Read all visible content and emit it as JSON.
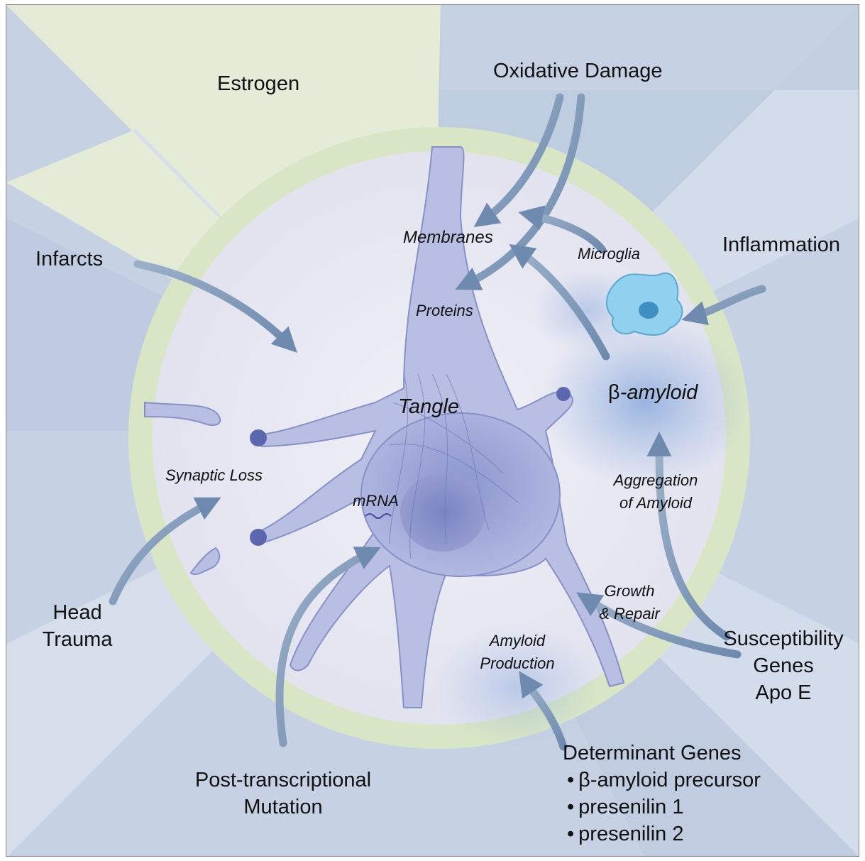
{
  "outer_factors": {
    "estrogen": "Estrogen",
    "oxidative_damage": "Oxidative Damage",
    "inflammation": "Inflammation",
    "infarcts": "Infarcts",
    "head_trauma": [
      "Head",
      "Trauma"
    ],
    "susceptibility_genes": [
      "Susceptibility",
      "Genes",
      "Apo E"
    ],
    "post_transcriptional_mutation": [
      "Post-transcriptional",
      "Mutation"
    ],
    "determinant_genes": {
      "title": "Determinant Genes",
      "items": [
        "β-amyloid precursor",
        "presenilin 1",
        "presenilin 2"
      ]
    }
  },
  "cell_labels": {
    "membranes": "Membranes",
    "proteins": "Proteins",
    "microglia": "Microglia",
    "beta_amyloid_symbol": "β",
    "beta_amyloid_text": "-amyloid",
    "tangle": "Tangle",
    "synaptic_loss": "Synaptic Loss",
    "mrna": "mRNA",
    "aggregation_of_amyloid": [
      "Aggregation",
      "of Amyloid"
    ],
    "growth_and_repair": [
      "Growth",
      "& Repair"
    ],
    "amyloid_production": [
      "Amyloid",
      "Production"
    ]
  },
  "colors": {
    "background_blue": "#c3cfe2",
    "sector_light": "#d2dcea",
    "sector_green": "#e3ecd7",
    "ring": "#d9e6c4",
    "cell_field": "#eaeaf4",
    "neuron": "#aab2dc",
    "arrow": "#7e98b8",
    "microglia": "#8ed0ec",
    "amyloid_cloud": "#8eaede"
  }
}
